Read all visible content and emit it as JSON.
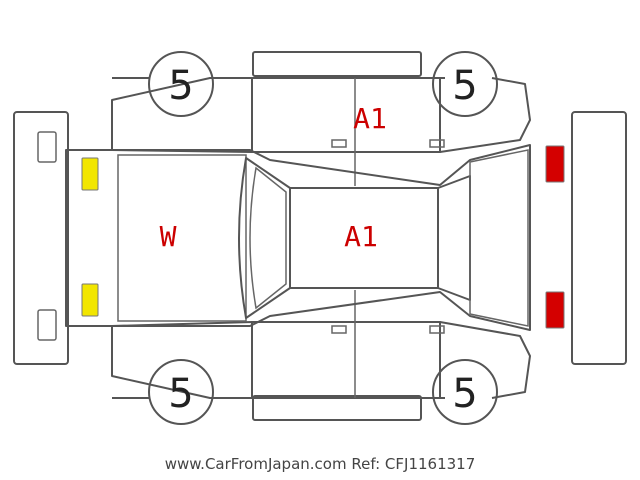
{
  "tyres": {
    "front_left": "5",
    "front_right": "5",
    "rear_left": "5",
    "rear_right": "5"
  },
  "marks": {
    "roof": "A1",
    "windshield": "W",
    "top_side_panel": "A1",
    "mark_color": "#cc0000"
  },
  "lamps": {
    "front_color": "#f2e600",
    "rear_color": "#d40000"
  },
  "footer": {
    "site": "www.CarFromJapan.com",
    "ref": "Ref: CFJ1161317"
  }
}
